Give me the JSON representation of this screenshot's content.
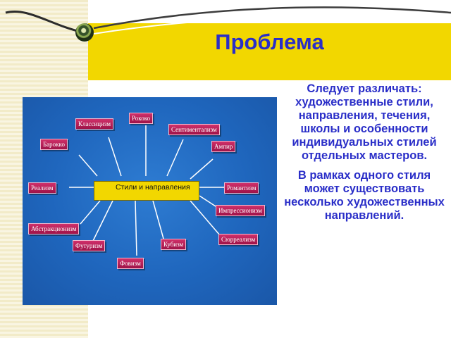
{
  "slide": {
    "title": "Проблема",
    "paragraph1": "Следует различать: художественные стили, направления, течения, школы и особенности индивидуальных стилей отдельных мастеров.",
    "paragraph2": "В рамках одного стиля может существовать несколько художественных направлений."
  },
  "diagram": {
    "center": "Стили и направления",
    "nodes": [
      "Рококо",
      "Классицизм",
      "Сентиментализм",
      "Барокко",
      "Ампир",
      "Реализм",
      "Романтизм",
      "Импрессионизм",
      "Абстракционизм",
      "Сюрреализм",
      "Футуризм",
      "Кубизм",
      "Фовизм"
    ]
  },
  "colors": {
    "title": "#2a2ec8",
    "band": "#f2d700",
    "diagram_bg": "#1f66bd",
    "node": "#c0245d"
  }
}
